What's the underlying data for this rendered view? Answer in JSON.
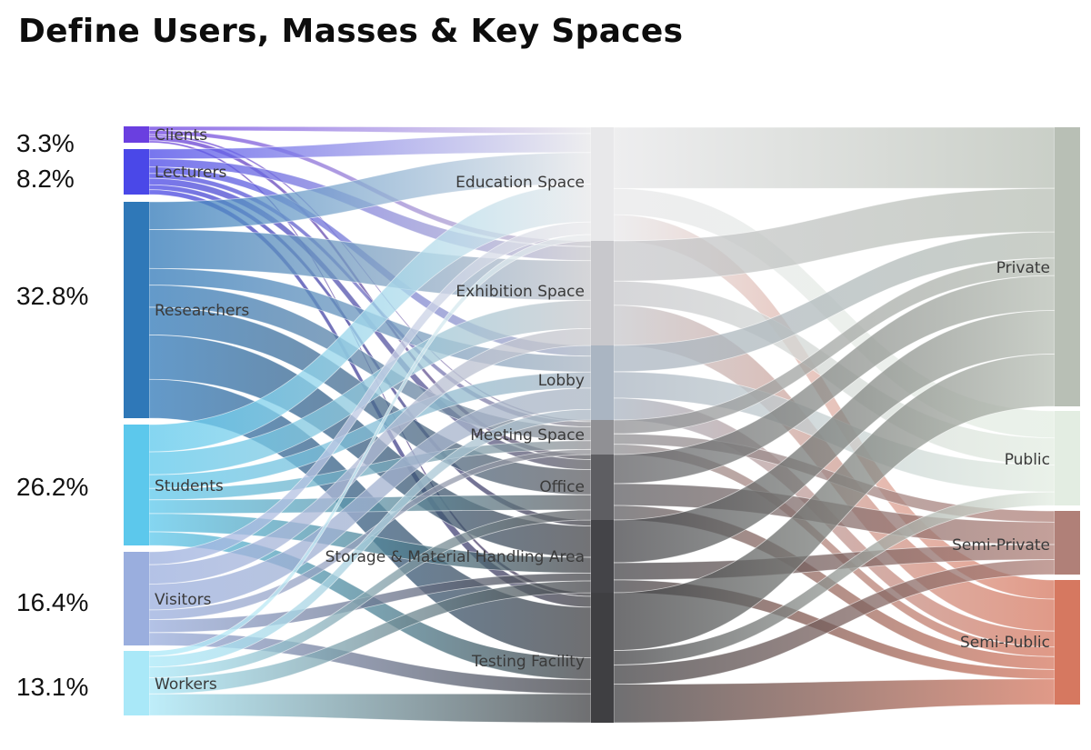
{
  "title": "Define Users, Masses & Key Spaces",
  "user_percents": [
    "3.3%",
    "8.2%",
    "32.8%",
    "26.2%",
    "16.4%",
    "13.1%"
  ],
  "users": [
    {
      "name": "Clients",
      "color": "#6a3fe0"
    },
    {
      "name": "Lecturers",
      "color": "#4a48e8"
    },
    {
      "name": "Researchers",
      "color": "#2f78b8"
    },
    {
      "name": "Students",
      "color": "#5cc8ec"
    },
    {
      "name": "Visitors",
      "color": "#9aaede"
    },
    {
      "name": "Workers",
      "color": "#a9e8f8"
    }
  ],
  "spaces": [
    {
      "name": "Education Space",
      "color": "#e8e8ea"
    },
    {
      "name": "Exhibition Space",
      "color": "#c8c8cc"
    },
    {
      "name": "Lobby",
      "color": "#aab5c2"
    },
    {
      "name": "Meeting Space",
      "color": "#909094"
    },
    {
      "name": "Office",
      "color": "#5e5e62"
    },
    {
      "name": "Storage & Material Handling Area",
      "color": "#444448"
    },
    {
      "name": "Testing Facility",
      "color": "#3f3f42"
    }
  ],
  "zones": [
    {
      "name": "Private",
      "color": "#b8bfb5"
    },
    {
      "name": "Public",
      "color": "#e3ede2"
    },
    {
      "name": "Semi-Private",
      "color": "#b08078"
    },
    {
      "name": "Semi-Public",
      "color": "#d67860"
    }
  ]
}
